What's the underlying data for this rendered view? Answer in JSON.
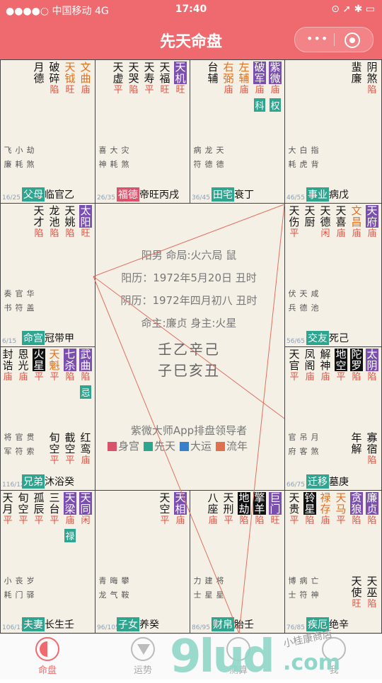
{
  "status": {
    "carrier": "●●●●○ 中国移动  4G",
    "time": "17:40",
    "battery": "⊙ ➚ ✱ ▭"
  },
  "title": "先天命盘",
  "capsule": {
    "more": "•••"
  },
  "colors": {
    "accent": "#ef6a6e",
    "life_palace": "#d9536b",
    "innate": "#2ea58f",
    "decade": "#3a7fc9",
    "year": "#e07050"
  },
  "cells": [
    {
      "pos": "r0c0",
      "stars": [
        {
          "n": "文曲",
          "t": "庙",
          "c": "#e0701e"
        },
        {
          "n": "天钺",
          "t": "旺",
          "c": "#e0701e"
        },
        {
          "n": "破碎",
          "t": "陷"
        },
        {
          "n": "月德",
          "t": ""
        }
      ],
      "minors": [
        "劫煞",
        "小耗",
        "飞廉"
      ],
      "age": "16/25",
      "palace": "父母",
      "pal_bg": "#2ea58f",
      "phase": "临官乙"
    },
    {
      "pos": "r0c1",
      "stars": [
        {
          "n": "天机",
          "t": "旺",
          "c": "#fff",
          "bg": "#7b4fb0"
        },
        {
          "n": "天福",
          "t": "旺"
        },
        {
          "n": "天寿",
          "t": "平"
        },
        {
          "n": "天哭",
          "t": "陷"
        },
        {
          "n": "天虚",
          "t": "平"
        }
      ],
      "minors": [
        "灾煞",
        "大耗",
        "喜神"
      ],
      "age": "26/35",
      "palace": "福德",
      "pal_bg": "#d9536b",
      "phase": "帝旺丙戌"
    },
    {
      "pos": "r0c2",
      "stars": [
        {
          "n": "紫微",
          "t": "庙",
          "c": "#fff",
          "bg": "#7b4fb0",
          "b": "权"
        },
        {
          "n": "破军",
          "t": "庙",
          "c": "#fff",
          "bg": "#7b4fb0",
          "b": "科"
        },
        {
          "n": "左辅",
          "t": "庙",
          "c": "#e0701e"
        },
        {
          "n": "右弼",
          "t": "庙",
          "c": "#e0701e"
        },
        {
          "n": "台辅",
          "t": ""
        }
      ],
      "minors": [
        "天德",
        "龙德",
        "病符"
      ],
      "age": "36/45",
      "palace": "田宅",
      "pal_bg": "#2ea58f",
      "phase": "衰丁"
    },
    {
      "pos": "r0c3",
      "stars": [
        {
          "n": "阴煞",
          "t": "陷"
        },
        {
          "n": "蜚廉",
          "t": ""
        }
      ],
      "minors": [
        "指背",
        "白虎",
        "大耗"
      ],
      "age": "46/55",
      "palace": "事业",
      "pal_bg": "#2ea58f",
      "phase": "病戊"
    },
    {
      "pos": "r1c0",
      "stars": [
        {
          "n": "太阳",
          "t": "旺",
          "c": "#fff",
          "bg": "#7b4fb0"
        },
        {
          "n": "天姚",
          "t": "陷"
        },
        {
          "n": "龙池",
          "t": "陷"
        },
        {
          "n": "天才",
          "t": "陷"
        }
      ],
      "minors": [
        "华盖",
        "官符",
        "奏书"
      ],
      "age": "6/15",
      "palace": "命宫",
      "pal_bg": "#2ea58f",
      "phase": "冠带甲"
    },
    {
      "pos": "r1c3",
      "stars": [
        {
          "n": "天府",
          "t": "庙",
          "c": "#fff",
          "bg": "#7b4fb0"
        },
        {
          "n": "文昌",
          "t": "庙",
          "c": "#e0701e"
        },
        {
          "n": "天喜",
          "t": "庙"
        },
        {
          "n": "天德",
          "t": "闲"
        },
        {
          "n": "天厨",
          "t": ""
        },
        {
          "n": "天伤",
          "t": "平"
        }
      ],
      "minors": [
        "咸池",
        "天德",
        "伏兵"
      ],
      "age": "56/65",
      "palace": "交友",
      "pal_bg": "#2ea58f",
      "phase": "死己"
    },
    {
      "pos": "r2c0",
      "stars": [
        {
          "n": "武曲",
          "t": "陷",
          "c": "#fff",
          "bg": "#7b4fb0",
          "b": "忌"
        },
        {
          "n": "七杀",
          "t": "陷",
          "c": "#fff",
          "bg": "#7b4fb0"
        },
        {
          "n": "天魁",
          "t": "平",
          "c": "#e0701e"
        },
        {
          "n": "火星",
          "t": "平",
          "c": "#fff",
          "bg": "#111"
        },
        {
          "n": "恩光",
          "t": "庙"
        },
        {
          "n": "封诰",
          "t": "庙"
        }
      ],
      "stars2": [
        {
          "n": "红鸾",
          "t": "庙"
        },
        {
          "n": "截空",
          "t": "平"
        },
        {
          "n": "旬空",
          "t": "平"
        }
      ],
      "minors": [
        "贯索",
        "官符",
        "将军"
      ],
      "age": "116/125",
      "palace": "兄弟",
      "pal_bg": "#2ea58f",
      "phase": "沐浴癸"
    },
    {
      "pos": "r2c3",
      "stars": [
        {
          "n": "太阴",
          "t": "陷",
          "c": "#fff",
          "bg": "#7b4fb0"
        },
        {
          "n": "陀罗",
          "t": "陷",
          "c": "#fff",
          "bg": "#111"
        },
        {
          "n": "地空",
          "t": "平",
          "c": "#fff",
          "bg": "#111"
        },
        {
          "n": "解神",
          "t": "庙"
        },
        {
          "n": "凤阁",
          "t": "庙"
        },
        {
          "n": "天官",
          "t": "平"
        }
      ],
      "stars2": [
        {
          "n": "寡宿",
          "t": "陷"
        },
        {
          "n": "年解",
          "t": ""
        }
      ],
      "minors": [
        "月煞",
        "吊客",
        "官府"
      ],
      "age": "66/75",
      "palace": "迁移",
      "pal_bg": "#2ea58f",
      "phase": "墓庚"
    },
    {
      "pos": "r3c0",
      "stars": [
        {
          "n": "天同",
          "t": "闲",
          "c": "#fff",
          "bg": "#7b4fb0"
        },
        {
          "n": "天梁",
          "t": "庙",
          "c": "#fff",
          "bg": "#7b4fb0",
          "b": "禄"
        },
        {
          "n": "三台",
          "t": "平"
        },
        {
          "n": "孤辰",
          "t": "平"
        },
        {
          "n": "旬空",
          "t": "平"
        },
        {
          "n": "天月",
          "t": "平"
        }
      ],
      "minors": [
        "岁驿",
        "丧门",
        "小耗"
      ],
      "age": "106/115",
      "palace": "夫妻",
      "pal_bg": "#2ea58f",
      "phase": "长生壬"
    },
    {
      "pos": "r3c1",
      "stars": [
        {
          "n": "天相",
          "t": "庙",
          "c": "#fff",
          "bg": "#7b4fb0"
        },
        {
          "n": "天空",
          "t": "平"
        }
      ],
      "minors": [
        "攀鞍",
        "晦气",
        "青龙"
      ],
      "age": "96/105",
      "palace": "子女",
      "pal_bg": "#2ea58f",
      "phase": "养癸"
    },
    {
      "pos": "r3c2",
      "stars": [
        {
          "n": "巨门",
          "t": "旺",
          "c": "#fff",
          "bg": "#7b4fb0"
        },
        {
          "n": "擎羊",
          "t": "陷",
          "c": "#fff",
          "bg": "#111"
        },
        {
          "n": "地劫",
          "t": "陷",
          "c": "#fff",
          "bg": "#111"
        },
        {
          "n": "天刑",
          "t": "平"
        },
        {
          "n": "八座",
          "t": "庙"
        }
      ],
      "minors": [
        "将星",
        "建星",
        "力士"
      ],
      "age": "86/95",
      "palace": "财帛",
      "pal_bg": "#2ea58f",
      "phase": "胎壬"
    },
    {
      "pos": "r3c3",
      "stars": [
        {
          "n": "廉贞",
          "t": "陷",
          "c": "#fff",
          "bg": "#7b4fb0"
        },
        {
          "n": "贪狼",
          "t": "陷",
          "c": "#fff",
          "bg": "#7b4fb0"
        },
        {
          "n": "天马",
          "t": "平",
          "c": "#e0701e"
        },
        {
          "n": "禄存",
          "t": "庙",
          "c": "#e0701e"
        },
        {
          "n": "铃星",
          "t": "陷",
          "c": "#fff",
          "bg": "#111"
        },
        {
          "n": "天贵",
          "t": "平"
        }
      ],
      "stars2": [
        {
          "n": "天巫",
          "t": "陷"
        },
        {
          "n": "天使",
          "t": "旺"
        }
      ],
      "minors": [
        "亡神",
        "病符",
        "博士"
      ],
      "age": "76/85",
      "palace": "疾厄",
      "pal_bg": "#2ea58f",
      "phase": "绝辛"
    }
  ],
  "center": {
    "l1": "阳男 命局:火六局 鼠",
    "l2": "阳历：1972年5月20日 丑时",
    "l3": "阴历：1972年四月初八 丑时",
    "l4": "命主:廉贞 身主:火星",
    "gz1": "壬乙辛己",
    "gz2": "子巳亥丑",
    "brand": "紫微大师App排盘领导者",
    "legend": [
      {
        "label": "身宫",
        "color": "#d9536b"
      },
      {
        "label": "先天",
        "color": "#2ea58f"
      },
      {
        "label": "大运",
        "color": "#3a7fc9"
      },
      {
        "label": "流年",
        "color": "#e07050"
      }
    ]
  },
  "tabs": [
    {
      "label": "命盘",
      "icon": "yinyang-icon",
      "active": true
    },
    {
      "label": "运势",
      "icon": "triangle-icon",
      "active": false
    },
    {
      "label": "测算",
      "icon": "calc-icon",
      "active": false
    },
    {
      "label": "我",
      "icon": "user-icon",
      "active": false
    }
  ],
  "watermark": {
    "main": "9lud",
    "sub": ".com",
    "script": "小桂康商店"
  }
}
